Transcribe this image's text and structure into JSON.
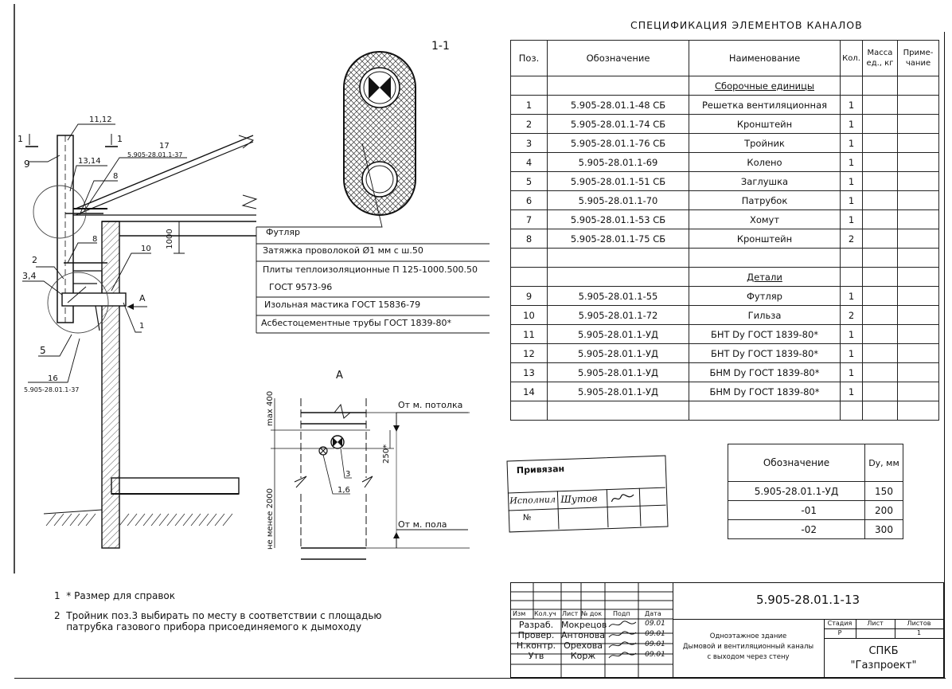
{
  "section_label": "1-1",
  "view_label": "A",
  "spec": {
    "title": "СПЕЦИФИКАЦИЯ ЭЛЕМЕНТОВ КАНАЛОВ",
    "headers": [
      "Поз.",
      "Обозначение",
      "Наименование",
      "Кол.",
      "Масса ед., кг",
      "Приме- чание"
    ],
    "section_assembly": "Сборочные единицы",
    "section_details": "Детали",
    "assembly_rows": [
      {
        "pos": "1",
        "code": "5.905-28.01.1-48 СБ",
        "name": "Решетка вентиляционная",
        "qty": "1"
      },
      {
        "pos": "2",
        "code": "5.905-28.01.1-74 СБ",
        "name": "Кронштейн",
        "qty": "1"
      },
      {
        "pos": "3",
        "code": "5.905-28.01.1-76 СБ",
        "name": "Тройник",
        "qty": "1"
      },
      {
        "pos": "4",
        "code": "5.905-28.01.1-69",
        "name": "Колено",
        "qty": "1"
      },
      {
        "pos": "5",
        "code": "5.905-28.01.1-51 СБ",
        "name": "Заглушка",
        "qty": "1"
      },
      {
        "pos": "6",
        "code": "5.905-28.01.1-70",
        "name": "Патрубок",
        "qty": "1"
      },
      {
        "pos": "7",
        "code": "5.905-28.01.1-53 СБ",
        "name": "Хомут",
        "qty": "1"
      },
      {
        "pos": "8",
        "code": "5.905-28.01.1-75 СБ",
        "name": "Кронштейн",
        "qty": "2"
      }
    ],
    "detail_rows": [
      {
        "pos": "9",
        "code": "5.905-28.01.1-55",
        "name": "Футляр",
        "qty": "1"
      },
      {
        "pos": "10",
        "code": "5.905-28.01.1-72",
        "name": "Гильза",
        "qty": "2"
      },
      {
        "pos": "11",
        "code": "5.905-28.01.1-УД",
        "name": "БНТ Dу ГОСТ 1839-80*",
        "qty": "1"
      },
      {
        "pos": "12",
        "code": "5.905-28.01.1-УД",
        "name": "БНТ Dу ГОСТ 1839-80*",
        "qty": "1"
      },
      {
        "pos": "13",
        "code": "5.905-28.01.1-УД",
        "name": "БНМ Dу ГОСТ 1839-80*",
        "qty": "1"
      },
      {
        "pos": "14",
        "code": "5.905-28.01.1-УД",
        "name": "БНМ Dу ГОСТ 1839-80*",
        "qty": "1"
      }
    ]
  },
  "dy_table": {
    "header_code": "Обозначение",
    "header_dy": "Dу, мм",
    "rows": [
      {
        "code": "5.905-28.01.1-УД",
        "dy": "150"
      },
      {
        "code": "-01",
        "dy": "200"
      },
      {
        "code": "-02",
        "dy": "300"
      }
    ]
  },
  "layers": {
    "l1": "Футляр",
    "l2": "Затяжка проволокой Ø1 мм с ш.50",
    "l3a": "Плиты теплоизоляционные П 125-1000.500.50",
    "l3b": "ГОСТ 9573-96",
    "l4": "Изольная мастика ГОСТ 15836-79",
    "l5": "Асбестоцементные трубы ГОСТ 1839-80*"
  },
  "callouts": {
    "c1a": "1",
    "c1b": "1",
    "c9": "9",
    "c11": "11,12",
    "c17": "17",
    "c17ref": "5.905-28.01.1-37",
    "c13": "13,14",
    "c8a": "8",
    "c8b": "8",
    "c10": "10",
    "c2": "2",
    "c34": "3,4",
    "c5": "5",
    "c16": "16",
    "c16ref": "5.905-28.01.1-37",
    "cA": "А",
    "c1c": "1",
    "dim1000": "1000",
    "c3": "3",
    "c16b": "1,6",
    "max400": "max 400",
    "min2000": "не менее 2000",
    "dim250": "250*",
    "ceiling": "От м. потолка",
    "floor": "От м. пола"
  },
  "stamp": {
    "title": "Привязан",
    "executor_label": "Исполнил",
    "executor_name": "Шутов",
    "number_label": "№"
  },
  "notes": [
    "1  * Размер для справок",
    "2  Тройник поз.3 выбирать по месту в соответствии с площадью",
    "    патрубка газового прибора присоединяемого к дымоходу"
  ],
  "title_block": {
    "doc_code": "5.905-28.01.1-13",
    "hdr": [
      "Изм",
      "Кол.уч",
      "Лист",
      "№ док",
      "Подп",
      "Дата"
    ],
    "people": [
      {
        "role": "Разраб.",
        "name": "Мокрецов",
        "date": "09.01"
      },
      {
        "role": "Провер.",
        "name": "Антонова",
        "date": "09.01"
      },
      {
        "role": "Н.контр.",
        "name": "Орехова",
        "date": "09.01"
      },
      {
        "role": "Утв",
        "name": "Корж",
        "date": "09.01"
      }
    ],
    "desc1": "Одноэтажное здание",
    "desc2": "Дымовой и вентиляционный каналы",
    "desc3": "с выходом через стену",
    "stage_label": "Стадия",
    "sheet_label": "Лист",
    "sheets_label": "Листов",
    "stage": "Р",
    "sheets": "1",
    "org1": "СПКБ",
    "org2": "\"Газпроект\""
  }
}
